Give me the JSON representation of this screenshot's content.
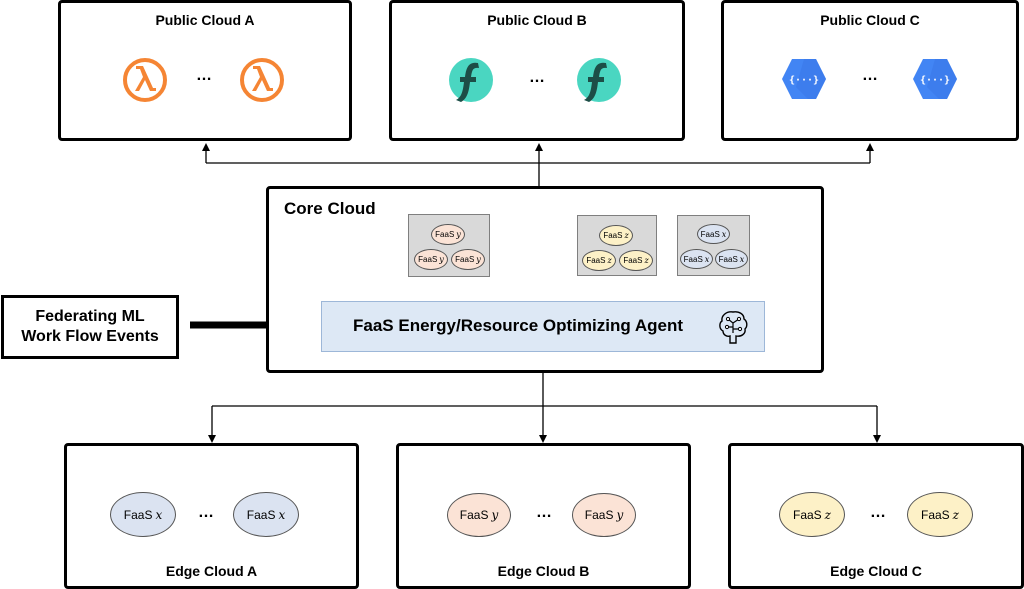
{
  "public_clouds": [
    {
      "title": "Public Cloud A",
      "icon": "aws-lambda-icon",
      "ellipsis": "…"
    },
    {
      "title": "Public Cloud B",
      "icon": "openfaas-icon",
      "ellipsis": "…"
    },
    {
      "title": "Public Cloud C",
      "icon": "google-cloud-functions-icon",
      "ellipsis": "…"
    }
  ],
  "core_cloud": {
    "title": "Core Cloud",
    "agent_label": "FaaS Energy/Resource Optimizing Agent",
    "agent_icon": "brain-circuit-icon",
    "pools": [
      {
        "var": "y",
        "color": "#fbe3d6",
        "label": "FaaS"
      },
      {
        "var": "z",
        "color": "#fdf1c7",
        "label": "FaaS"
      },
      {
        "var": "x",
        "color": "#dbe3f1",
        "label": "FaaS"
      }
    ]
  },
  "input_box": {
    "line1": "Federating ML",
    "line2": "Work Flow Events"
  },
  "edge_clouds": [
    {
      "title": "Edge Cloud A",
      "label": "FaaS",
      "var": "x",
      "color": "#dbe3f1",
      "ellipsis": "…"
    },
    {
      "title": "Edge Cloud B",
      "label": "FaaS",
      "var": "y",
      "color": "#fbe3d6",
      "ellipsis": "…"
    },
    {
      "title": "Edge Cloud C",
      "label": "FaaS",
      "var": "z",
      "color": "#fdf1c7",
      "ellipsis": "…"
    }
  ]
}
